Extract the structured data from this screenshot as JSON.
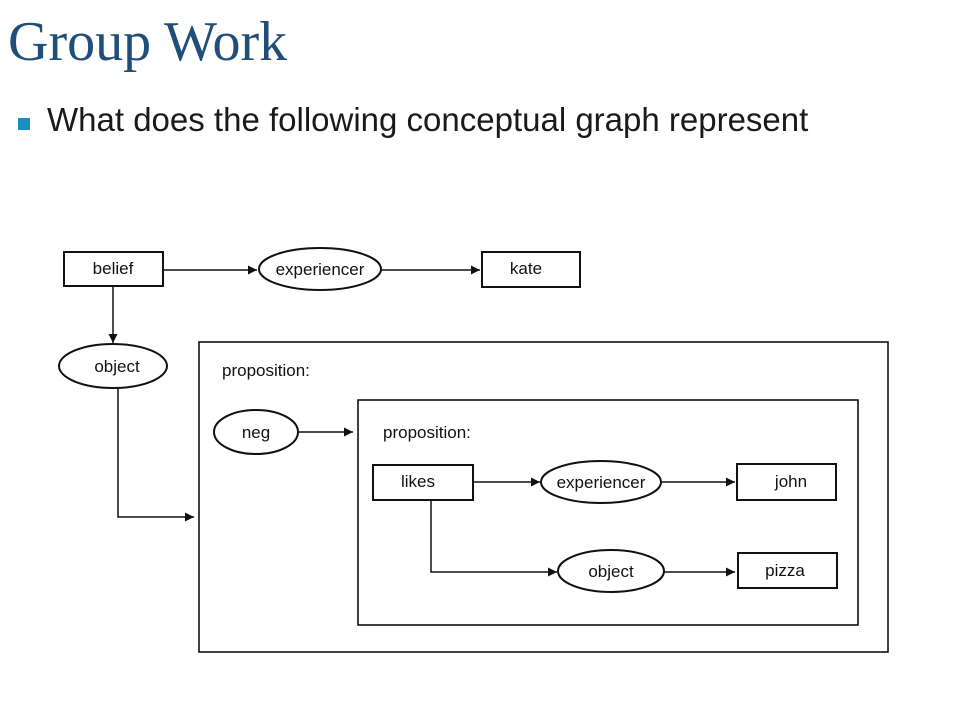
{
  "slide": {
    "title": "Group Work",
    "bullet": "What does the following conceptual graph represent",
    "bullet_color": "#1a8fc4",
    "title_color": "#1f4e79"
  },
  "graph": {
    "outer_context_label": "proposition:",
    "inner_context_label": "proposition:",
    "concepts": {
      "belief": "belief",
      "kate": "kate",
      "likes": "likes",
      "john": "john",
      "pizza": "pizza"
    },
    "relations": {
      "experiencer_outer": "experiencer",
      "object_outer": "object",
      "neg": "neg",
      "experiencer_inner": "experiencer",
      "object_inner": "object"
    },
    "edges": [
      [
        "belief",
        "experiencer"
      ],
      [
        "experiencer",
        "kate"
      ],
      [
        "belief",
        "object"
      ],
      [
        "object",
        "proposition"
      ],
      [
        "neg",
        "proposition"
      ],
      [
        "likes",
        "experiencer"
      ],
      [
        "experiencer",
        "john"
      ],
      [
        "likes",
        "object"
      ],
      [
        "object",
        "pizza"
      ]
    ]
  }
}
